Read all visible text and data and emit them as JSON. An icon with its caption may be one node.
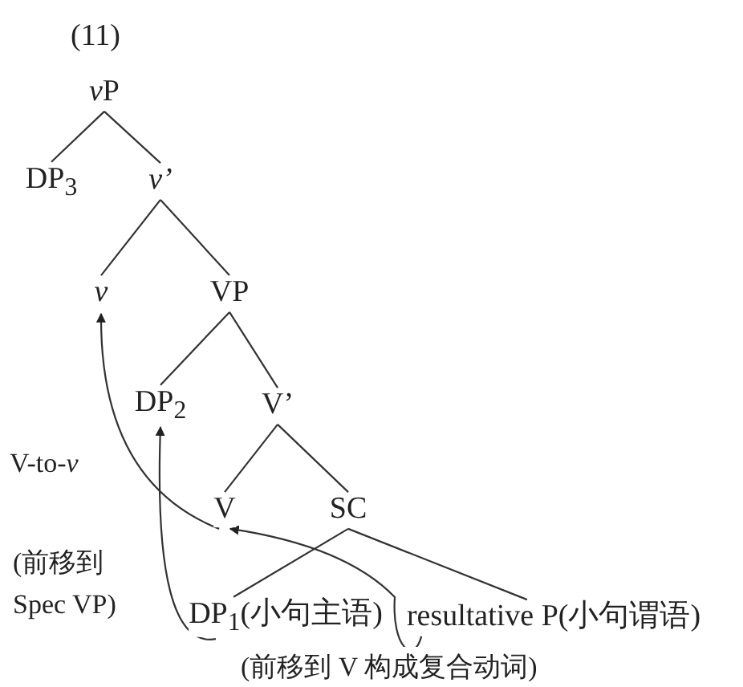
{
  "diagram": {
    "nodes": [
      {
        "text": [
          "vP"
        ]
      },
      {
        "text": [
          "DP$_{3}$"
        ]
      },
      {
        "text": [
          "v’"
        ]
      },
      {
        "text": [
          "v"
        ]
      },
      {
        "text": [
          "VP"
        ]
      },
      {
        "text": [
          "DP$_{2}$"
        ]
      },
      {
        "text": [
          "V’"
        ]
      },
      {
        "text": [
          "V"
        ]
      },
      {
        "text": [
          "SC"
        ]
      },
      {
        "text": [
          "DP$_{1}$(小句主语)"
        ]
      },
      {
        "text": [
          "resultative P(小句谓语)"
        ]
      }
    ],
    "edges": [
      {
        "from": 0,
        "to": 1,
        "arrow": "none"
      },
      {
        "from": 0,
        "to": 2,
        "arrow": "none"
      },
      {
        "from": 2,
        "to": 3,
        "arrow": "none"
      },
      {
        "from": 2,
        "to": 4,
        "arrow": "none"
      },
      {
        "from": 4,
        "to": 5,
        "arrow": "none"
      },
      {
        "from": 4,
        "to": 6,
        "arrow": "none"
      },
      {
        "from": 6,
        "to": 7,
        "arrow": "none"
      },
      {
        "from": 6,
        "to": 8,
        "arrow": "none"
      },
      {
        "from": 8,
        "to": 9,
        "arrow": "none"
      },
      {
        "from": 8,
        "to": 10,
        "arrow": "none"
      },
      {
        "from": 9,
        "to": 5,
        "arrow": "to",
        "label": "(前移到 Spec VP)"
      },
      {
        "from": 10,
        "to": 7,
        "arrow": "to",
        "label": "(前移到 V 构成复合动词)"
      },
      {
        "from": 7,
        "to": 3,
        "arrow": "to",
        "label": "V-to-*v*"
      }
    ],
    "labels": [
      "(11)"
    ]
  }
}
